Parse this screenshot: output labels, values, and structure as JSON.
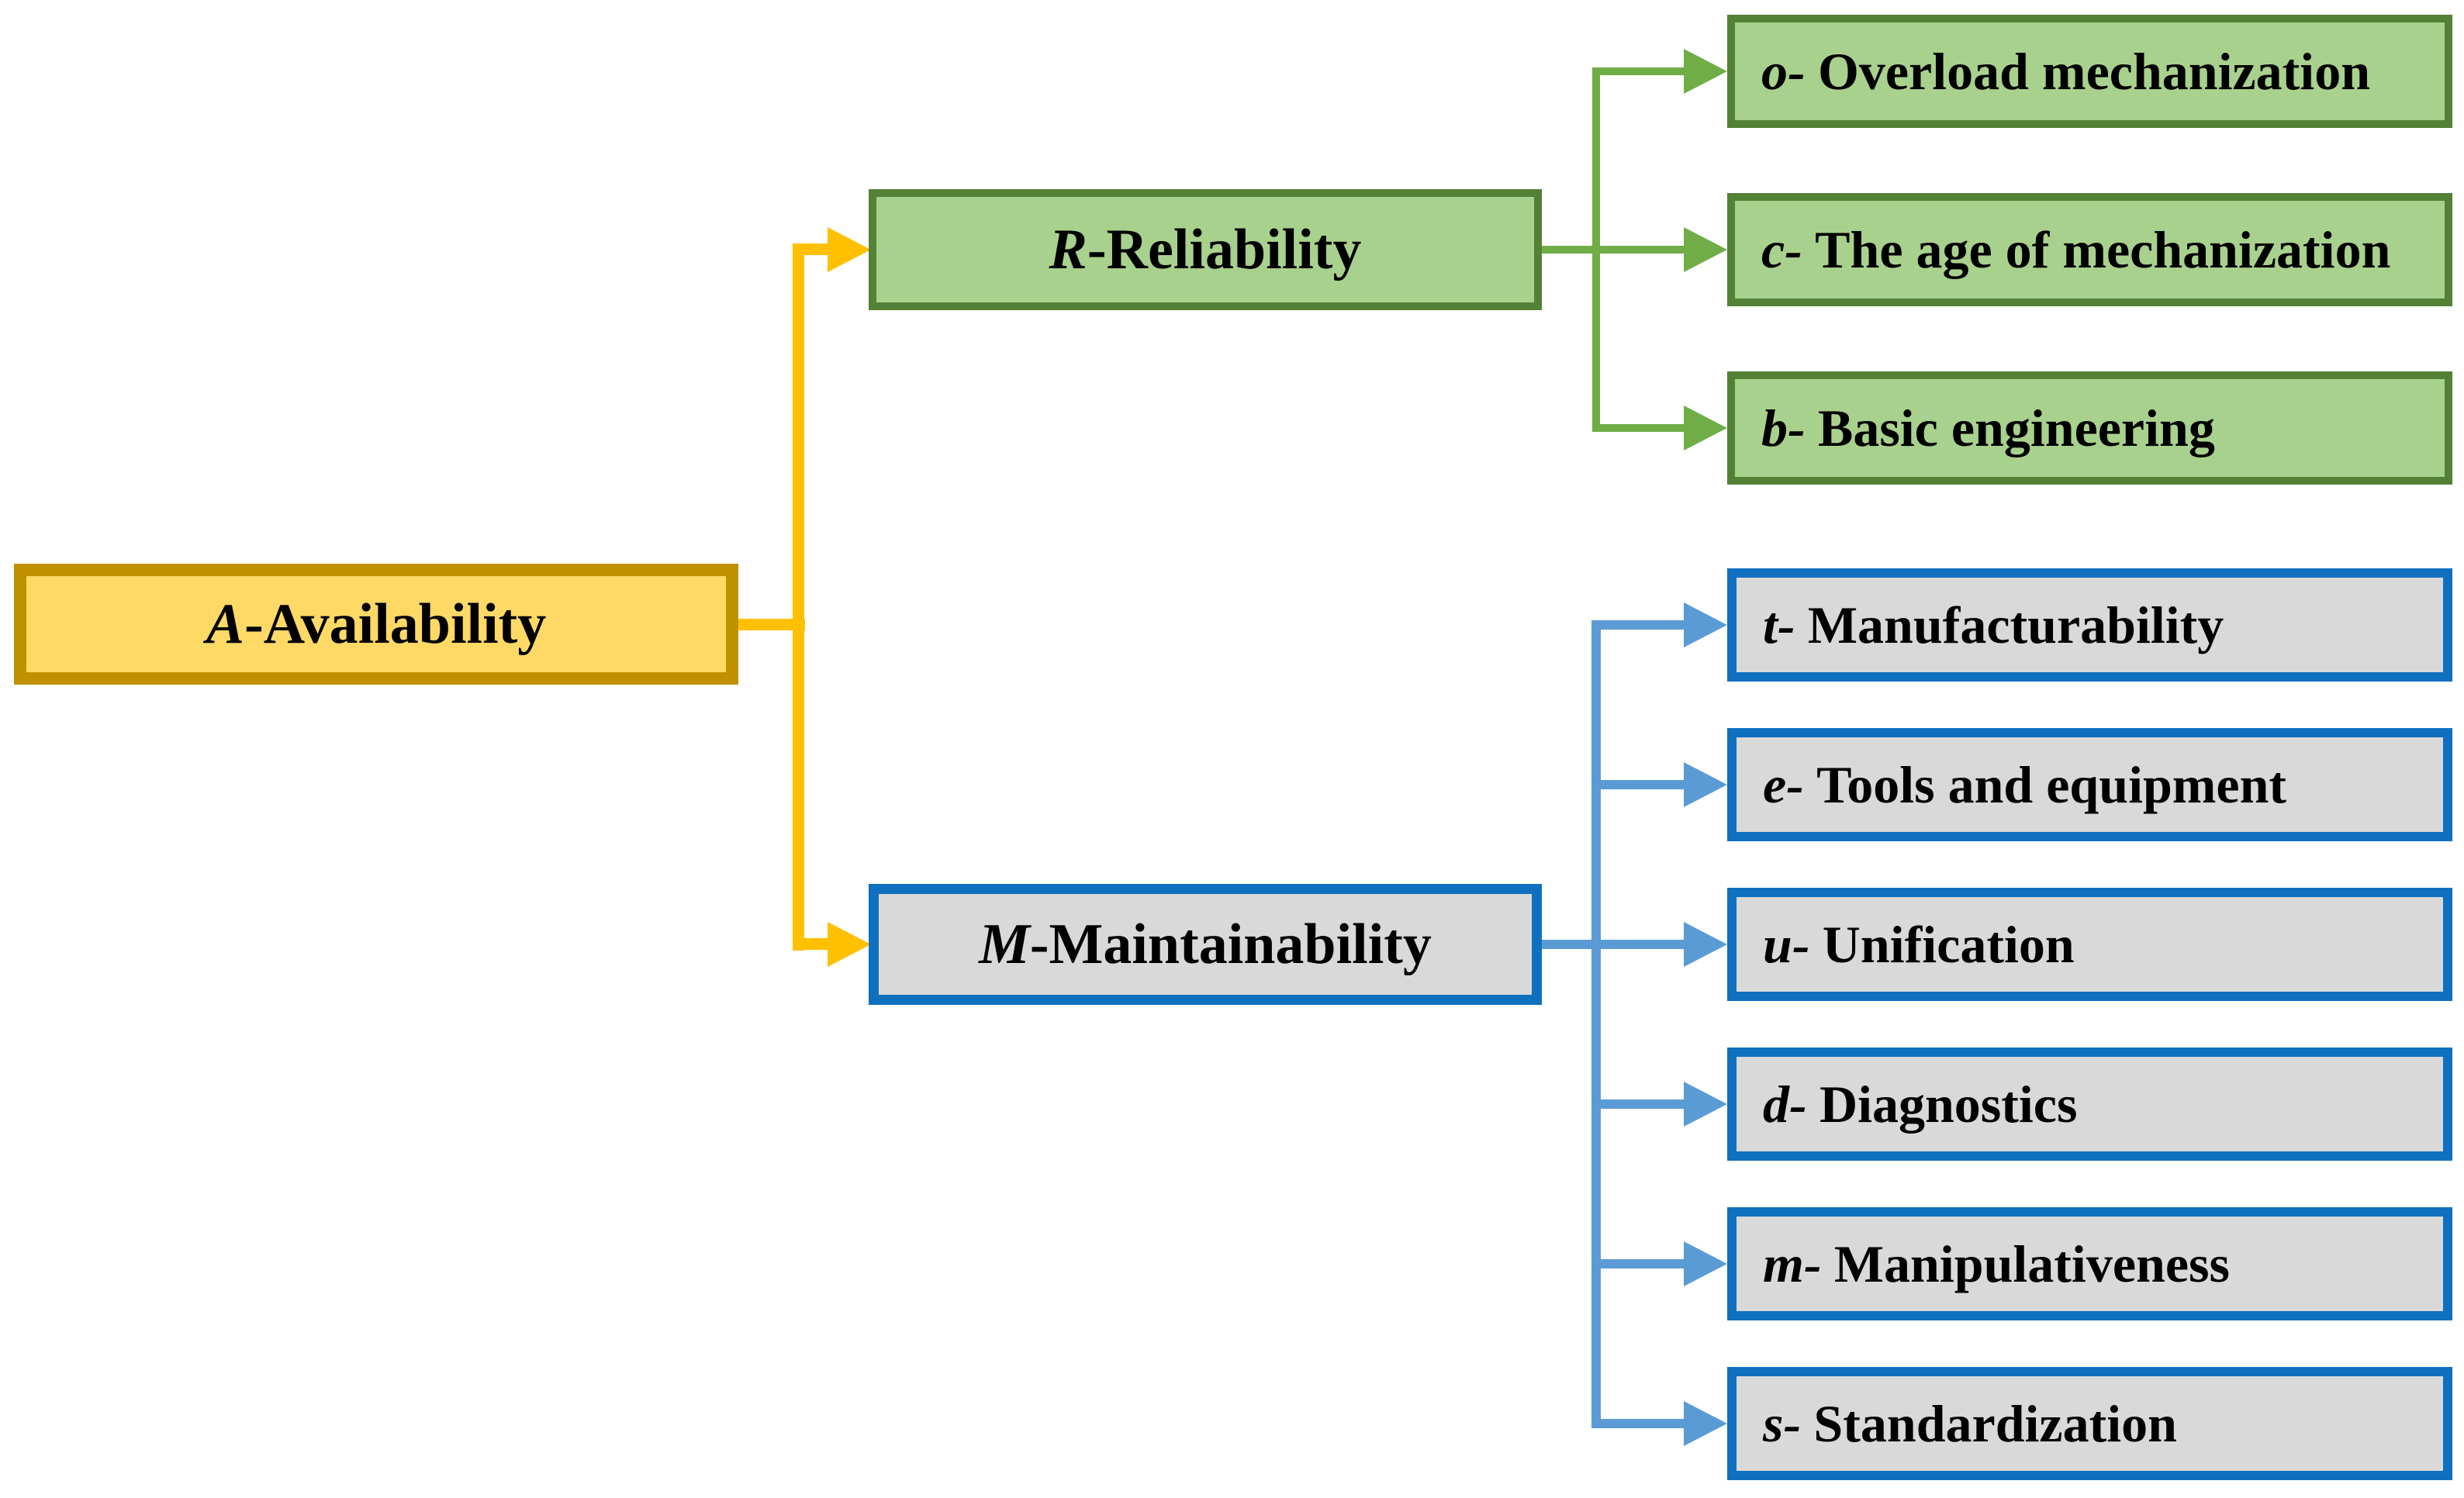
{
  "figure": {
    "root": {
      "prefix": "A",
      "label": "-Availability"
    },
    "reliability": {
      "hub_prefix": "R",
      "hub_label": "-Reliability",
      "leaves": [
        {
          "prefix": "o-",
          "label": "Overload mechanization"
        },
        {
          "prefix": "c-",
          "label": "The age of mechanization"
        },
        {
          "prefix": "b-",
          "label": "Basic engineering"
        }
      ]
    },
    "maintainability": {
      "hub_prefix": "M",
      "hub_label": "-Maintainability",
      "leaves": [
        {
          "prefix": "t-",
          "label": "Manufacturability"
        },
        {
          "prefix": "e-",
          "label": "Tools and equipment"
        },
        {
          "prefix": "u-",
          "label": "Unification"
        },
        {
          "prefix": "d-",
          "label": "Diagnostics"
        },
        {
          "prefix": "m-",
          "label": "Manipulativeness"
        },
        {
          "prefix": "s-",
          "label": "Standardization"
        }
      ]
    },
    "colors": {
      "availability_fill": "#FFD966",
      "availability_border": "#BF9000",
      "availability_connector": "#FFC000",
      "reliability_fill": "#A9D18E",
      "reliability_border": "#538135",
      "reliability_connector": "#70AD47",
      "maintainability_fill": "#D9D9D9",
      "maintainability_border": "#1070C0",
      "maintainability_connector": "#5B9BD5",
      "text": "#000000",
      "background": "#FFFFFF"
    }
  }
}
